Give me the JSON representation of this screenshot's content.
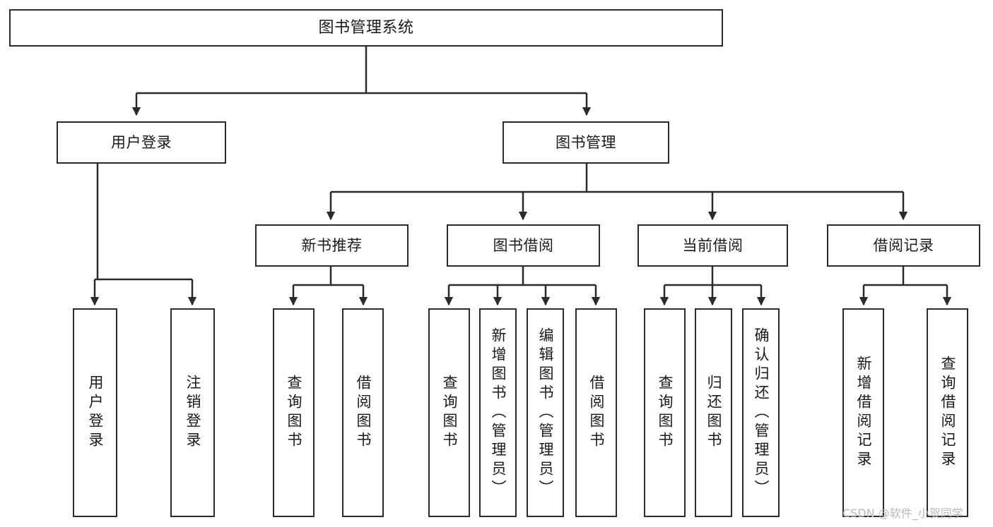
{
  "diagram": {
    "title": "图书管理系统",
    "type": "tree-hierarchy",
    "watermark": "CSDN @软件_小贺同学",
    "colors": {
      "stroke": "#2b2b2b",
      "fill": "#ffffff",
      "text": "#1a1a1a",
      "watermark": "#b9b9b9"
    }
  },
  "nodes": {
    "root": {
      "label": "图书管理系统"
    },
    "level1": [
      {
        "id": "user-login",
        "label": "用户登录"
      },
      {
        "id": "book-manage",
        "label": "图书管理"
      }
    ],
    "level2": [
      {
        "id": "new-book-recommend",
        "label": "新书推荐"
      },
      {
        "id": "book-borrow",
        "label": "图书借阅"
      },
      {
        "id": "current-borrow",
        "label": "当前借阅"
      },
      {
        "id": "borrow-record",
        "label": "借阅记录"
      }
    ],
    "leaves": {
      "user-login": [
        {
          "id": "leaf-user-login",
          "label": "用户登录"
        },
        {
          "id": "leaf-logout-login",
          "label": "注销登录"
        }
      ],
      "new-book-recommend": [
        {
          "id": "leaf-query-book-1",
          "label": "查询图书"
        },
        {
          "id": "leaf-borrow-book-1",
          "label": "借阅图书"
        }
      ],
      "book-borrow": [
        {
          "id": "leaf-query-book-2",
          "label": "查询图书"
        },
        {
          "id": "leaf-add-book",
          "label": "新增图书（管理员）"
        },
        {
          "id": "leaf-edit-book",
          "label": "编辑图书（管理员）"
        },
        {
          "id": "leaf-borrow-book-2",
          "label": "借阅图书"
        }
      ],
      "current-borrow": [
        {
          "id": "leaf-query-book-3",
          "label": "查询图书"
        },
        {
          "id": "leaf-return-book",
          "label": "归还图书"
        },
        {
          "id": "leaf-confirm-return",
          "label": "确认归还（管理员）"
        }
      ],
      "borrow-record": [
        {
          "id": "leaf-add-record",
          "label": "新增借阅记录"
        },
        {
          "id": "leaf-query-record",
          "label": "查询借阅记录"
        }
      ]
    }
  }
}
